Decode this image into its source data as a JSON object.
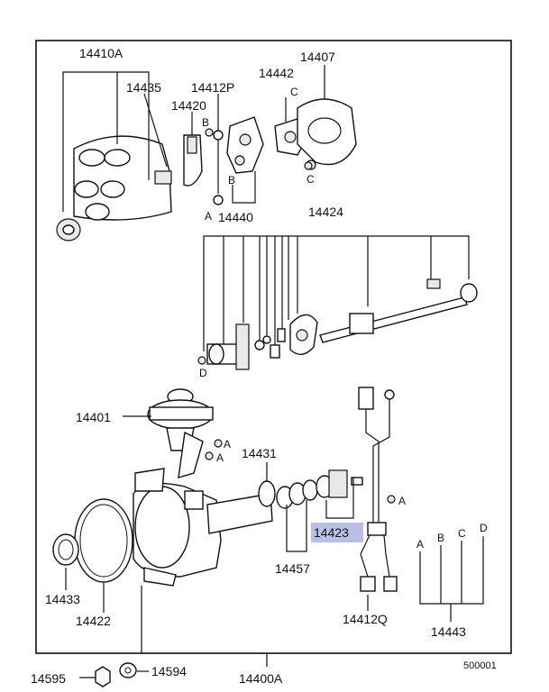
{
  "labels": {
    "p14410A": "14410A",
    "p14435": "14435",
    "p14412P": "14412P",
    "p14420": "14420",
    "p14442": "14442",
    "p14407": "14407",
    "p14440": "14440",
    "p14424": "14424",
    "p14401": "14401",
    "p14431": "14431",
    "p14423": "14423",
    "p14457": "14457",
    "p14433": "14433",
    "p14422": "14422",
    "p14412Q": "14412Q",
    "p14443": "14443",
    "p14595": "14595",
    "p14594": "14594",
    "p14400A": "14400A"
  },
  "letters": {
    "B": "B",
    "C": "C",
    "A": "A",
    "D": "D"
  },
  "code": "500001",
  "colors": {
    "highlight": "#b9bfe6",
    "line": "#111111"
  }
}
